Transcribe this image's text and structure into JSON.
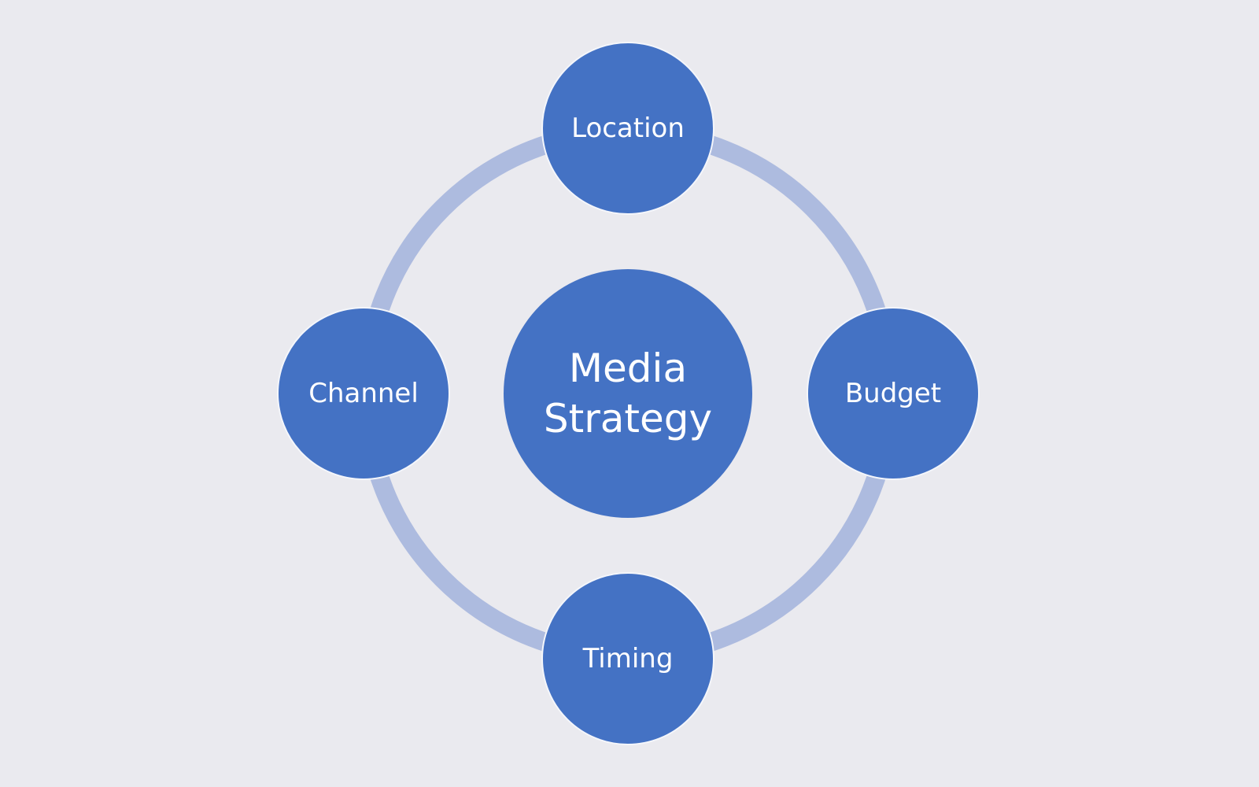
{
  "diagram": {
    "center": {
      "line1": "Media",
      "line2": "Strategy"
    },
    "nodes": {
      "top": "Location",
      "right": "Budget",
      "bottom": "Timing",
      "left": "Channel"
    }
  },
  "colors": {
    "background": "#EAEAEF",
    "node_fill": "#4472C4",
    "ring_stroke": "#ADBBDF",
    "text": "#FFFFFF"
  }
}
